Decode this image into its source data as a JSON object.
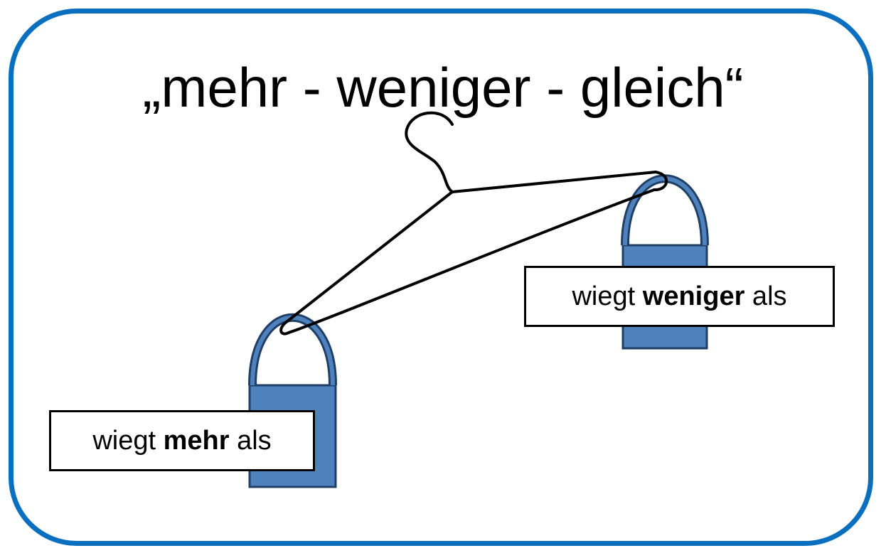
{
  "title": "„mehr - weniger - gleich“",
  "label_heavier": {
    "prefix": "wiegt ",
    "emphasis": "mehr",
    "suffix": " als"
  },
  "label_lighter": {
    "prefix": "wiegt ",
    "emphasis": "weniger",
    "suffix": " als"
  },
  "colors": {
    "frame": "#0a6fbe",
    "bag_fill": "#4f81bd",
    "bag_stroke": "#1f3f66",
    "hanger": "#000000"
  }
}
